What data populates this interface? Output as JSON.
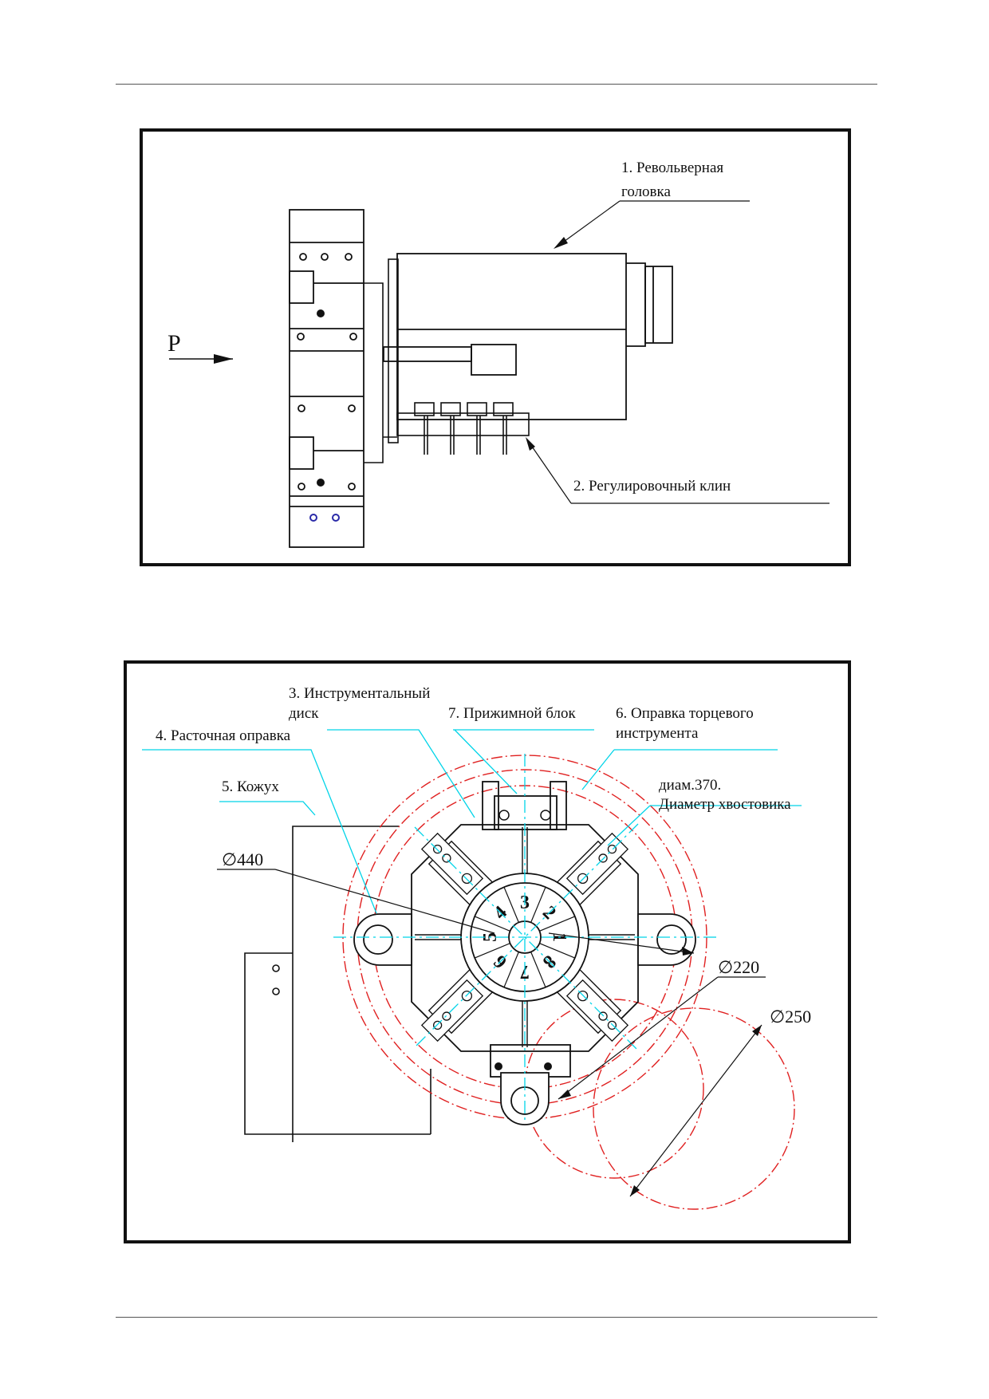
{
  "figure1": {
    "arrow_label": "P",
    "callout_1": {
      "line1": "1. Револьверная",
      "line2": "головка"
    },
    "callout_2": {
      "line1": "2. Регулировочный клин"
    }
  },
  "figure2": {
    "callout_3": {
      "line1": "3. Инструментальный",
      "line2": "диск"
    },
    "callout_4": {
      "line1": "4. Расточная оправка"
    },
    "callout_5": {
      "line1": "5. Кожух"
    },
    "callout_6": {
      "line1": "6. Оправка торцевого",
      "line2": "инструмента"
    },
    "callout_7": {
      "line1": "7. Прижимной блок"
    },
    "shank_note": {
      "line1": "диам.370.",
      "line2": "Диаметр хвостовика"
    },
    "dim_440": "∅440",
    "dim_220": "∅220",
    "dim_250": "∅250",
    "station_numbers": [
      "1",
      "2",
      "3",
      "4",
      "5",
      "6",
      "7",
      "8"
    ]
  },
  "colors": {
    "outline": "#111111",
    "annotation": "#00d4e8",
    "dimension_circle": "#e02020",
    "bolt": "#2a2aa8"
  }
}
